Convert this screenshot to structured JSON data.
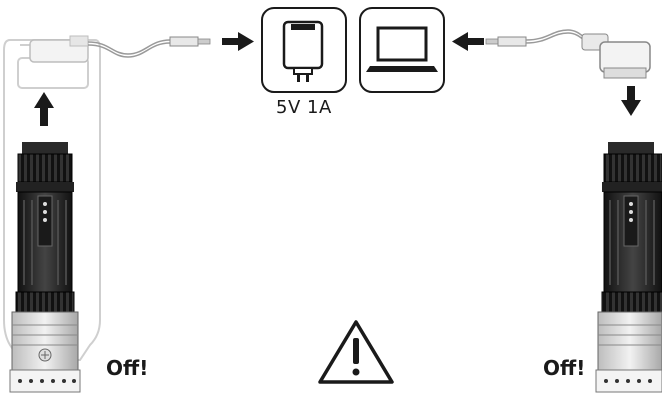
{
  "charger_label": "5V 1A",
  "off_left": "Off!",
  "off_right": "Off!",
  "icons": [
    "wall-charger-icon",
    "laptop-icon",
    "warning-icon",
    "arrow-icon",
    "flashlight-icon",
    "usb-cable-icon"
  ],
  "colors": {
    "ink": "#1a1a1a",
    "ghost": "#d0d0d0",
    "metal_light": "#e6e6e6",
    "metal_mid": "#9a9a9a"
  }
}
